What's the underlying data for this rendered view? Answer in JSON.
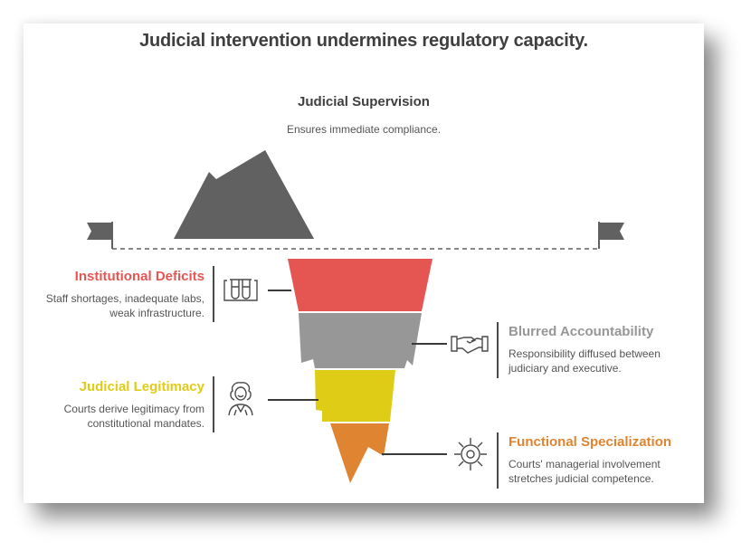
{
  "title": "Judicial intervention undermines regulatory capacity.",
  "top": {
    "heading": "Judicial Supervision",
    "description": "Ensures immediate compliance."
  },
  "layers": [
    {
      "heading": "Institutional Deficits",
      "description_lines": [
        "Staff shortages, inadequate labs,",
        "weak infrastructure."
      ],
      "side": "left",
      "icon": "test-tubes-icon",
      "color": "#e55653"
    },
    {
      "heading": "Blurred Accountability",
      "description_lines": [
        "Responsibility diffused between",
        "judiciary and executive."
      ],
      "side": "right",
      "icon": "handshake-icon",
      "color": "#979797"
    },
    {
      "heading": "Judicial Legitimacy",
      "description_lines": [
        "Courts derive legitimacy from",
        "constitutional mandates."
      ],
      "side": "left",
      "icon": "judge-icon",
      "color": "#dfcc17"
    },
    {
      "heading": "Functional Specialization",
      "description_lines": [
        "Courts' managerial involvement",
        "stretches judicial competence."
      ],
      "side": "right",
      "icon": "gear-icon",
      "color": "#df8431"
    }
  ],
  "colors": {
    "dark": "#616161",
    "text": "#3f3f3f"
  }
}
